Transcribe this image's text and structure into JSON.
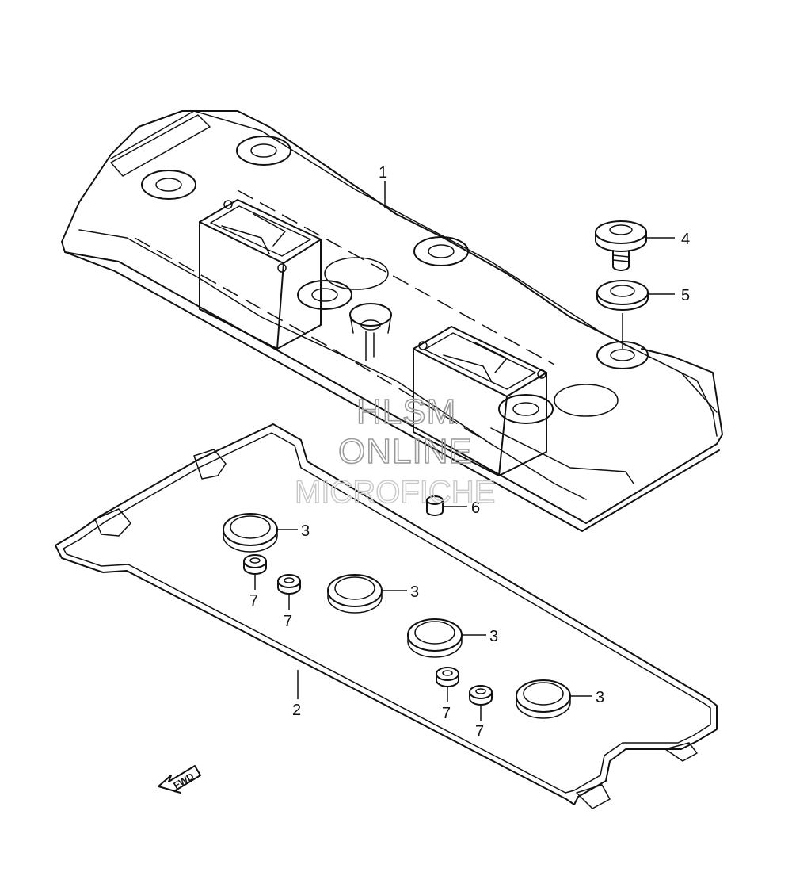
{
  "watermark": {
    "line1": "HLSM",
    "line2": "ONLINE",
    "line3": "MICROFICHE"
  },
  "direction_label": "FWD",
  "callouts": {
    "cover": "1",
    "gasket": "2",
    "plug_seal_1": "3",
    "plug_seal_2": "3",
    "plug_seal_3": "3",
    "plug_seal_4": "3",
    "bolt": "4",
    "washer": "5",
    "dowel_pin": "6",
    "seal_a": "7",
    "seal_b": "7",
    "seal_c": "7",
    "seal_d": "7"
  }
}
